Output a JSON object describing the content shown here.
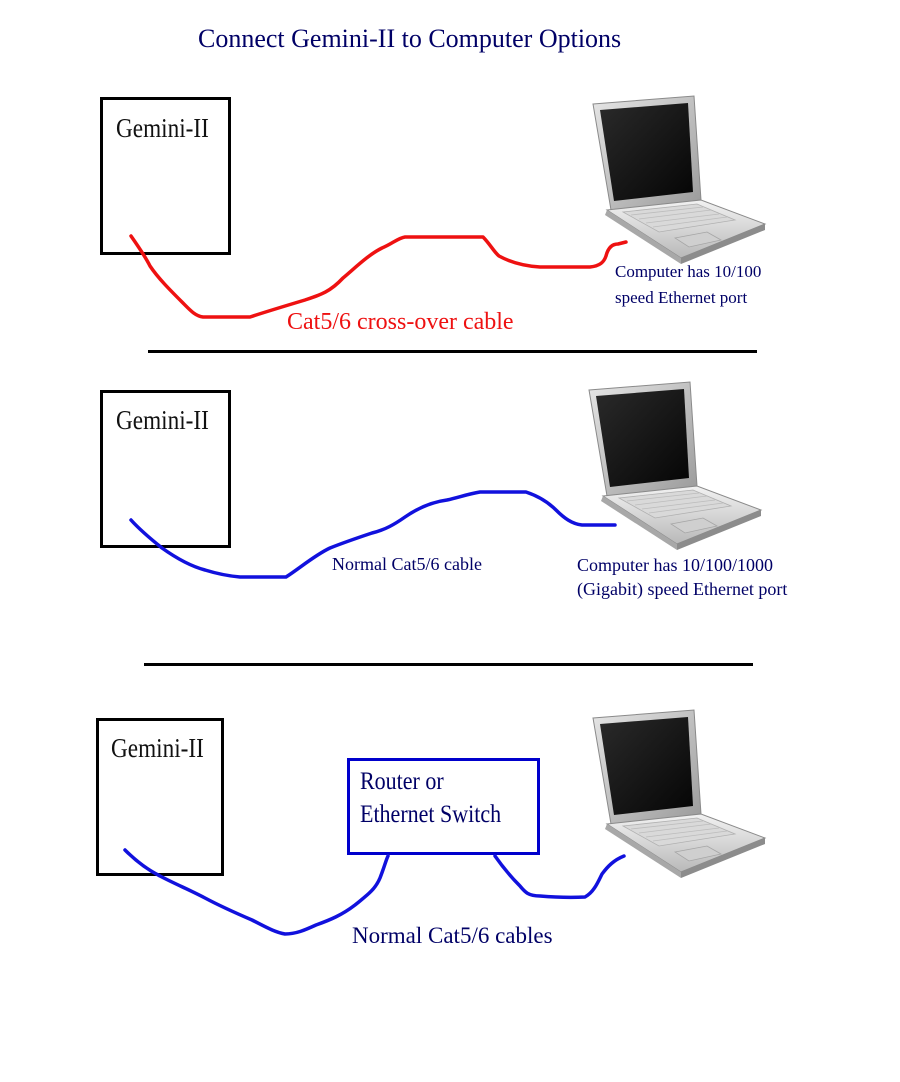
{
  "title": "Connect Gemini-II to Computer Options",
  "colors": {
    "title": "#000066",
    "crossover_cable": "#ee1111",
    "normal_cable": "#1111dd",
    "router_border": "#0000cc",
    "divider": "#000000"
  },
  "sections": [
    {
      "device_label": "Gemini-II",
      "cable_label": "Cat5/6 cross-over cable",
      "cable_color": "#ee1111",
      "computer_note": [
        "Computer has 10/100",
        "speed Ethernet port"
      ],
      "computer_icon": "laptop-icon"
    },
    {
      "device_label": "Gemini-II",
      "cable_label": "Normal Cat5/6 cable",
      "cable_color": "#1111dd",
      "computer_note": [
        "Computer has 10/100/1000",
        "(Gigabit) speed Ethernet port"
      ],
      "computer_icon": "laptop-icon"
    },
    {
      "device_label": "Gemini-II",
      "cable_label": "Normal Cat5/6 cables",
      "cable_color": "#1111dd",
      "router_label": [
        "Router or",
        "Ethernet Switch"
      ],
      "computer_icon": "laptop-icon"
    }
  ]
}
